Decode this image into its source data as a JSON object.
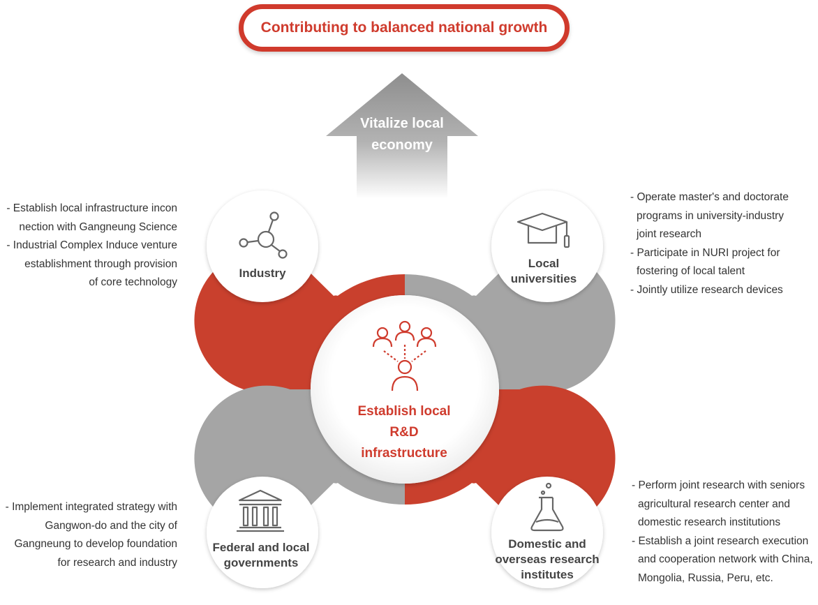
{
  "title": "Contributing to balanced national growth",
  "arrow_label": [
    "Vitalize local",
    "economy"
  ],
  "center": {
    "label": [
      "Establish local",
      "R&D",
      "infrastructure"
    ]
  },
  "nodes": {
    "industry": {
      "label": [
        "Industry"
      ],
      "items": [
        "- Establish local infrastructure incon",
        "nection with Gangneung Science",
        "- Industrial Complex Induce venture",
        "establishment through provision",
        "of core technology"
      ]
    },
    "universities": {
      "label": [
        "Local",
        "universities"
      ],
      "items": [
        "- Operate master's and doctorate programs in university-industry joint research",
        "- Participate in NURI project for fostering of local talent",
        "- Jointly utilize research devices"
      ]
    },
    "governments": {
      "label": [
        "Federal and local",
        "governments"
      ],
      "items": [
        "- Implement integrated strategy with",
        "Gangwon-do and the city of",
        "Gangneung to develop foundation",
        "for research and industry"
      ]
    },
    "institutes": {
      "label": [
        "Domestic and",
        "overseas research",
        "institutes"
      ],
      "items": [
        "- Perform joint research with seniors agricultural research center and domestic research institutions",
        "- Establish a joint research execution and cooperation network with China, Mongolia, Russia, Peru, etc."
      ]
    }
  },
  "colors": {
    "red": "#c9402d",
    "gray": "#a5a5a5",
    "title_red": "#cf3b2d"
  },
  "icons": [
    "molecule-icon",
    "graduation-cap-icon",
    "people-network-icon",
    "government-building-icon",
    "flask-icon"
  ]
}
